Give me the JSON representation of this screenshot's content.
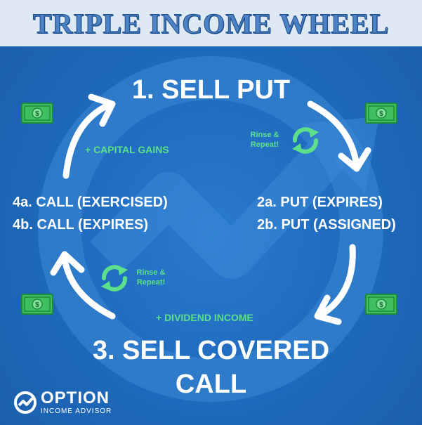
{
  "title": "TRIPLE INCOME WHEEL",
  "steps": {
    "step1": "1. SELL PUT",
    "step2a": "2a. PUT (EXPIRES)",
    "step2b": "2b. PUT (ASSIGNED)",
    "step3_line1": "3. SELL COVERED",
    "step3_line2": "CALL",
    "step4a": "4a. CALL (EXERCISED)",
    "step4b": "4b. CALL (EXPIRES)"
  },
  "gains": {
    "capital": "+ CAPITAL GAINS",
    "dividend": "+ DIVIDEND INCOME"
  },
  "rinse": {
    "line1": "Rinse &",
    "line2": "Repeat!"
  },
  "brand": {
    "name": "OPTION",
    "subtitle": "INCOME ADVISOR"
  },
  "colors": {
    "background": "#1f6bbe",
    "banner": "#dfe9f3",
    "title": "#4d82c4",
    "accent_green": "#5de08a",
    "money_green": "#3fbf5f",
    "text": "#ffffff"
  },
  "icons": [
    "money-icon",
    "cycle-icon",
    "cycle-arrow",
    "brand-logo-icon"
  ]
}
